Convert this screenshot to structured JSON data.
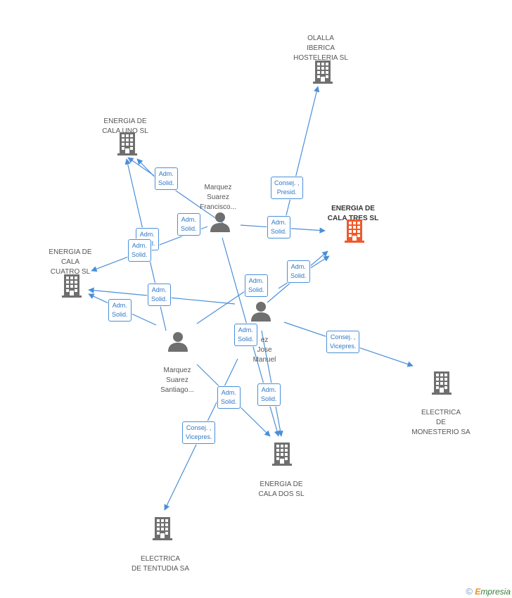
{
  "diagram": {
    "companies": [
      {
        "id": "olalla",
        "label": "OLALLA\nIBERICA\nHOSTELERIA SL",
        "focus": false
      },
      {
        "id": "uno",
        "label": "ENERGIA DE\nCALA UNO SL",
        "focus": false
      },
      {
        "id": "tres",
        "label": "ENERGIA DE\nCALA TRES SL",
        "focus": true
      },
      {
        "id": "cuatro",
        "label": "ENERGIA DE\nCALA\nCUATRO SL",
        "focus": false
      },
      {
        "id": "monesterio",
        "label": "ELECTRICA\nDE\nMONESTERIO SA",
        "focus": false
      },
      {
        "id": "dos",
        "label": "ENERGIA DE\nCALA DOS SL",
        "focus": false
      },
      {
        "id": "tentudia",
        "label": "ELECTRICA\nDE TENTUDIA SA",
        "focus": false
      }
    ],
    "persons": [
      {
        "id": "francisco",
        "label": "Marquez\nSuarez\nFrancisco..."
      },
      {
        "id": "jose",
        "label": "ez\nJose\nManuel"
      },
      {
        "id": "santiago",
        "label": "Marquez\nSuarez\nSantiago..."
      }
    ],
    "edge_labels": [
      {
        "id": "e1",
        "text": "Consej. ,\nPresid."
      },
      {
        "id": "e2",
        "text": "Adm.\nSolid."
      },
      {
        "id": "e3",
        "text": "Adm.\nSolid."
      },
      {
        "id": "e4",
        "text": "Adm.\nSolid."
      },
      {
        "id": "e5",
        "text": "Adm.\nSolid."
      },
      {
        "id": "e6",
        "text": "Adm.\nSolid."
      },
      {
        "id": "e7",
        "text": "Adm.\nSolid."
      },
      {
        "id": "e8",
        "text": "Adm.\nSolid."
      },
      {
        "id": "e9",
        "text": "Adm.\nSolid."
      },
      {
        "id": "e10",
        "text": "Adm.\nSolid."
      },
      {
        "id": "e11",
        "text": "Consej. ,\nVicepres."
      },
      {
        "id": "e12",
        "text": "Adm.\nSolid."
      },
      {
        "id": "e13",
        "text": "Adm.\nSolid."
      },
      {
        "id": "e14",
        "text": "Adm.\nSolid."
      },
      {
        "id": "e15",
        "text": "Consej. ,\nVicepres."
      }
    ]
  },
  "colors": {
    "edge": "#4a8fd8",
    "building": "#6f6f6f",
    "building_focus": "#f0592a",
    "person": "#6f6f6f"
  },
  "brand": {
    "copyright": "©",
    "first": "E",
    "rest": "mpresia"
  }
}
